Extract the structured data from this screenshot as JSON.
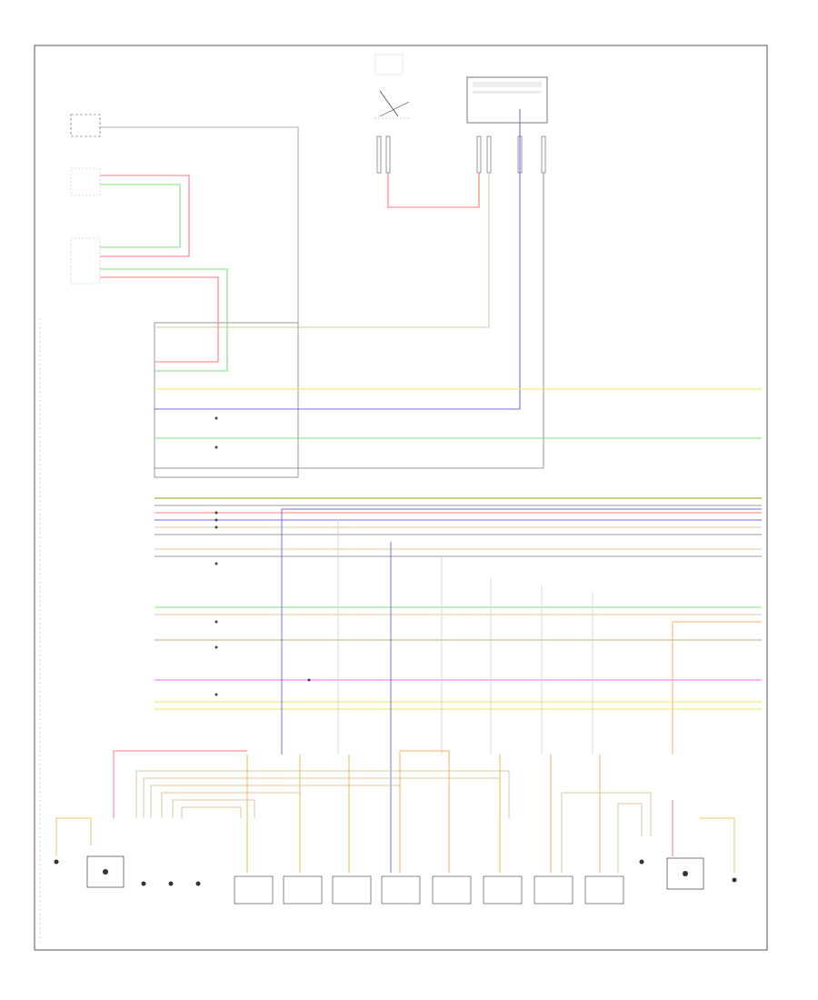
{
  "diagram": {
    "footer_label": "",
    "colors": {
      "frame": "#555555",
      "wire_gray": "#9a9a9a",
      "wire_red": "#ff7b7b",
      "wire_green": "#7fe07f",
      "wire_blue": "#7070ee",
      "wire_yellow": "#e8e860",
      "wire_tan": "#d8c8a0",
      "wire_orange": "#ffb060",
      "wire_magenta": "#ff60ff",
      "wire_olive": "#b8c060"
    },
    "top_components": [
      {
        "id": "ign-switch",
        "kind": "switch"
      },
      {
        "id": "control-module",
        "kind": "module"
      }
    ],
    "left_components": [
      {
        "id": "connector-top"
      },
      {
        "id": "sensor-block"
      }
    ],
    "pin_rows": [
      {
        "color": "wire_tan",
        "dot": false
      },
      {
        "color": "wire_red",
        "dot": false
      },
      {
        "color": "wire_green",
        "dot": false
      },
      {
        "color": "wire_yellow",
        "dot": false
      },
      {
        "color": "wire_blue",
        "dot": true
      },
      {
        "color": "wire_green",
        "dot": true
      },
      {
        "color": "wire_gray",
        "dot": false
      },
      {
        "color": "wire_olive",
        "dot": false
      },
      {
        "color": "wire_red",
        "dot": true
      },
      {
        "color": "wire_blue",
        "dot": true
      },
      {
        "color": "wire_tan",
        "dot": false
      },
      {
        "color": "wire_gray",
        "dot": true
      },
      {
        "color": "wire_green",
        "dot": true
      },
      {
        "color": "wire_tan",
        "dot": true
      },
      {
        "color": "wire_magenta",
        "dot": true
      },
      {
        "color": "wire_yellow",
        "dot": true
      }
    ],
    "bottom_components": [
      {
        "id": "left-coil"
      },
      {
        "id": "injector-1"
      },
      {
        "id": "injector-2"
      },
      {
        "id": "injector-3"
      },
      {
        "id": "injector-4"
      },
      {
        "id": "injector-5"
      },
      {
        "id": "injector-6"
      },
      {
        "id": "injector-7"
      },
      {
        "id": "injector-8"
      },
      {
        "id": "right-coil"
      }
    ]
  }
}
